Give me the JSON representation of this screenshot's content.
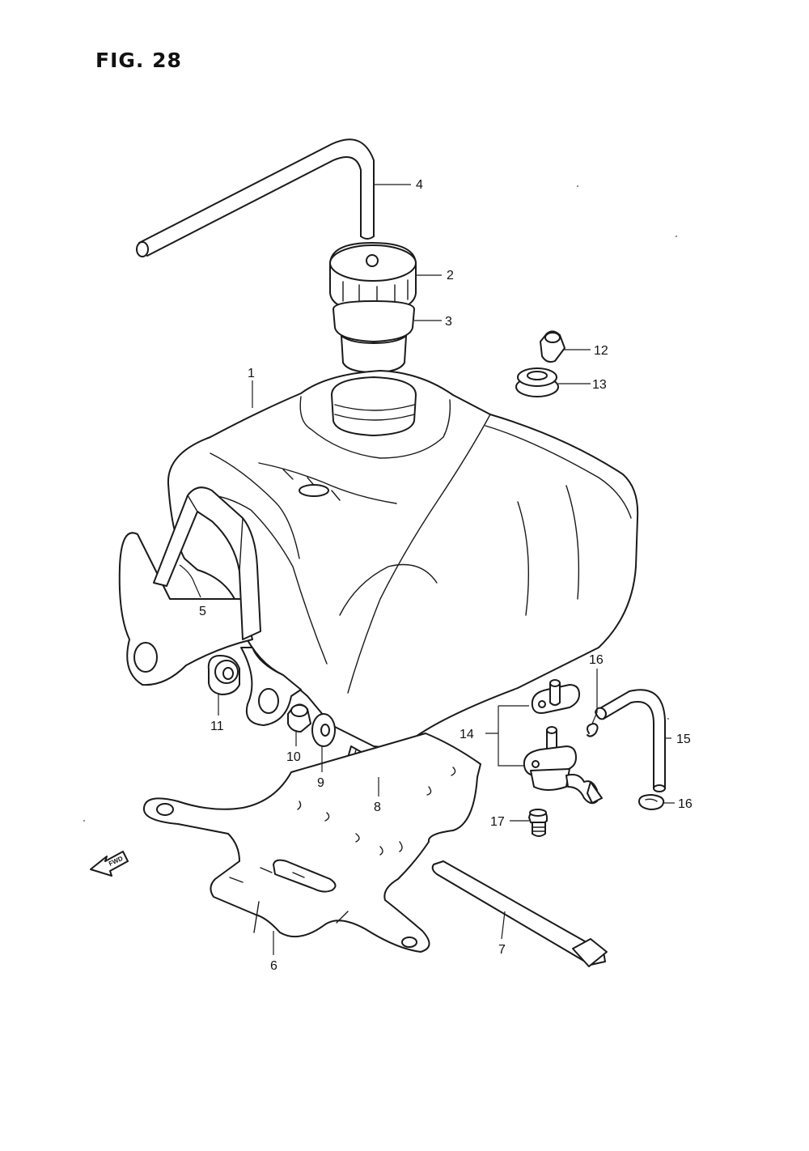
{
  "figure": {
    "title": "FIG. 28",
    "fwd_label": "FWD"
  },
  "callouts": [
    {
      "id": "c1",
      "label": "1"
    },
    {
      "id": "c2",
      "label": "2"
    },
    {
      "id": "c3",
      "label": "3"
    },
    {
      "id": "c4",
      "label": "4"
    },
    {
      "id": "c5",
      "label": "5"
    },
    {
      "id": "c6",
      "label": "6"
    },
    {
      "id": "c7",
      "label": "7"
    },
    {
      "id": "c8",
      "label": "8"
    },
    {
      "id": "c9",
      "label": "9"
    },
    {
      "id": "c10",
      "label": "10"
    },
    {
      "id": "c11",
      "label": "11"
    },
    {
      "id": "c12",
      "label": "12"
    },
    {
      "id": "c13",
      "label": "13"
    },
    {
      "id": "c14",
      "label": "14"
    },
    {
      "id": "c15",
      "label": "15"
    },
    {
      "id": "c16a",
      "label": "16"
    },
    {
      "id": "c16b",
      "label": "16"
    },
    {
      "id": "c17",
      "label": "17"
    }
  ]
}
